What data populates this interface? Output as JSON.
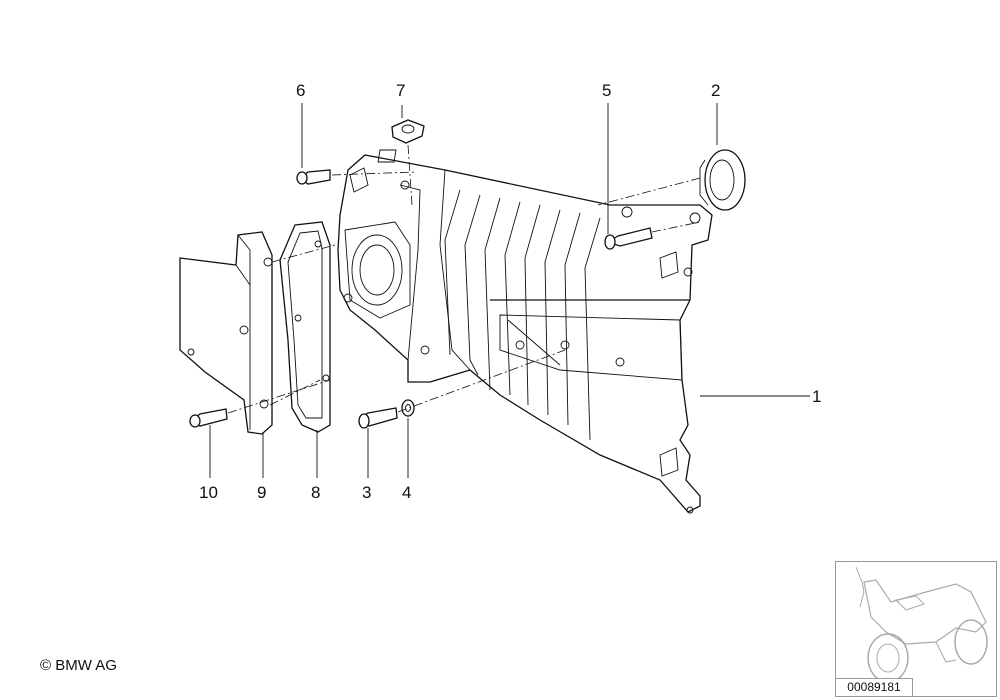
{
  "callouts": [
    {
      "id": "1",
      "label": "1"
    },
    {
      "id": "2",
      "label": "2"
    },
    {
      "id": "3",
      "label": "3"
    },
    {
      "id": "4",
      "label": "4"
    },
    {
      "id": "5",
      "label": "5"
    },
    {
      "id": "6",
      "label": "6"
    },
    {
      "id": "7",
      "label": "7"
    },
    {
      "id": "8",
      "label": "8"
    },
    {
      "id": "9",
      "label": "9"
    },
    {
      "id": "10",
      "label": "10"
    }
  ],
  "copyright": "© BMW AG",
  "image_number": "00089181"
}
